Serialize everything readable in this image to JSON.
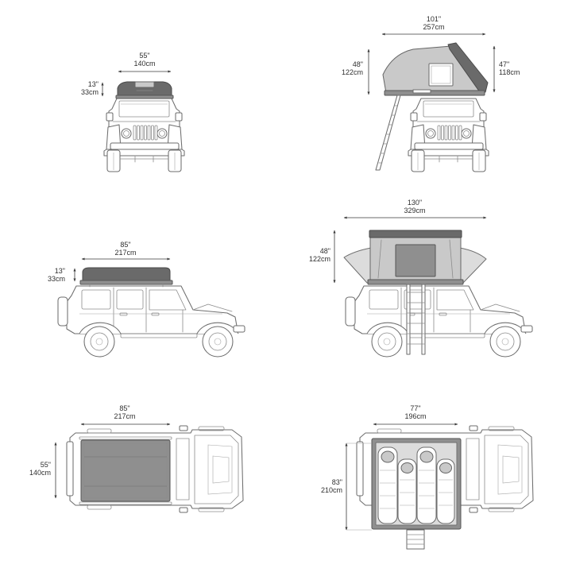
{
  "dimensions": {
    "front_closed": {
      "width": {
        "in": "55\"",
        "cm": "140cm"
      },
      "height": {
        "in": "13\"",
        "cm": "33cm"
      }
    },
    "front_open": {
      "width": {
        "in": "101\"",
        "cm": "257cm"
      },
      "height_left": {
        "in": "48\"",
        "cm": "122cm"
      },
      "height_right": {
        "in": "47\"",
        "cm": "118cm"
      }
    },
    "side_closed": {
      "length": {
        "in": "85\"",
        "cm": "217cm"
      },
      "height": {
        "in": "13\"",
        "cm": "33cm"
      }
    },
    "side_open": {
      "length": {
        "in": "130\"",
        "cm": "329cm"
      },
      "height": {
        "in": "48\"",
        "cm": "122cm"
      }
    },
    "top_closed": {
      "length": {
        "in": "85\"",
        "cm": "217cm"
      },
      "width": {
        "in": "55\"",
        "cm": "140cm"
      }
    },
    "top_open": {
      "width": {
        "in": "77\"",
        "cm": "196cm"
      },
      "length": {
        "in": "83\"",
        "cm": "210cm"
      }
    }
  },
  "colors": {
    "line": "#6e6e6e",
    "tent_dark": "#6a6a6a",
    "tent_light": "#c9c9c9",
    "text": "#2f2f2f"
  }
}
